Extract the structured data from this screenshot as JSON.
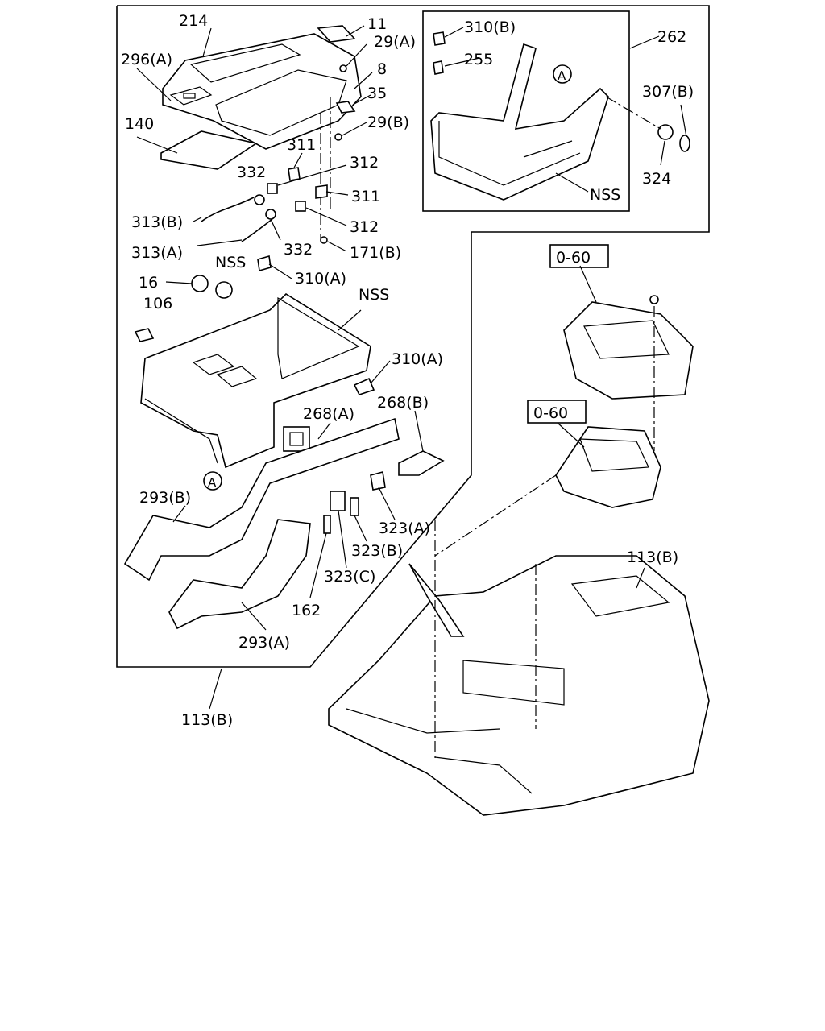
{
  "labels": {
    "p214": "214",
    "p11": "11",
    "p29a": "29(A)",
    "p296a": "296(A)",
    "p8": "8",
    "p35": "35",
    "p140": "140",
    "p29b": "29(B)",
    "p311a": "311",
    "p312a": "312",
    "p332a": "332",
    "p311b": "311",
    "p313b": "313(B)",
    "p312b": "312",
    "p332b": "332",
    "p313a": "313(A)",
    "p171b": "171(B)",
    "nss1": "NSS",
    "p310a1": "310(A)",
    "p16": "16",
    "p106": "106",
    "nss2": "NSS",
    "p310a2": "310(A)",
    "p268a": "268(A)",
    "p268b": "268(B)",
    "circleA1": "A",
    "p293b": "293(B)",
    "p323a": "323(A)",
    "p323b": "323(B)",
    "p323c": "323(C)",
    "p162": "162",
    "p293a": "293(A)",
    "p113b_bottom": "113(B)",
    "p310b": "310(B)",
    "p255": "255",
    "p262": "262",
    "circleA2": "A",
    "p307b": "307(B)",
    "p324": "324",
    "nss3": "NSS",
    "ref060a": "0-60",
    "ref060b": "0-60",
    "p113b_right": "113(B)"
  }
}
